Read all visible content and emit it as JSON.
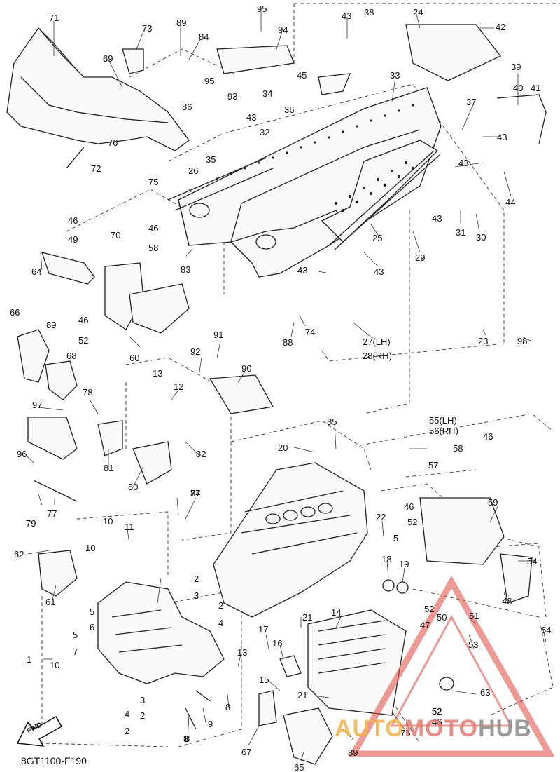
{
  "diagram_code": "8GT1100-F190",
  "fwd_label": "FWD",
  "watermark": {
    "part1": "AUTO",
    "part2": "MOTO",
    "part3": "HUB"
  },
  "colors": {
    "watermark_red": "#e0473f",
    "watermark_orange": "#f0b24a",
    "watermark_gray": "#8a8a8a",
    "line": "#222222"
  },
  "callouts": [
    "71",
    "73",
    "89",
    "84",
    "95",
    "94",
    "43",
    "38",
    "24",
    "42",
    "69",
    "95",
    "93",
    "34",
    "45",
    "33",
    "39",
    "40",
    "41",
    "86",
    "32",
    "36",
    "43",
    "37",
    "43",
    "76",
    "35",
    "26",
    "43",
    "72",
    "75",
    "44",
    "43",
    "31",
    "30",
    "70",
    "46",
    "49",
    "46",
    "58",
    "25",
    "29",
    "64",
    "83",
    "43",
    "43",
    "66",
    "89",
    "46",
    "52",
    "60",
    "74",
    "88",
    "27(LH)",
    "28(RH)",
    "23",
    "98",
    "68",
    "91",
    "92",
    "90",
    "13",
    "12",
    "78",
    "97",
    "96",
    "81",
    "82",
    "80",
    "55(LH)",
    "56(RH)",
    "46",
    "58",
    "57",
    "85",
    "20",
    "79",
    "77",
    "87",
    "74",
    "10",
    "11",
    "46",
    "52",
    "59",
    "22",
    "62",
    "10",
    "5",
    "18",
    "19",
    "54",
    "61",
    "2",
    "3",
    "5",
    "6",
    "2",
    "4",
    "52",
    "50",
    "51",
    "48",
    "21",
    "14",
    "47",
    "5",
    "7",
    "17",
    "16",
    "53",
    "64",
    "1",
    "10",
    "13",
    "15",
    "52",
    "46",
    "21",
    "63",
    "3",
    "4",
    "2",
    "9",
    "8",
    "8",
    "52",
    "46",
    "2",
    "8",
    "67",
    "75",
    "89",
    "65"
  ]
}
